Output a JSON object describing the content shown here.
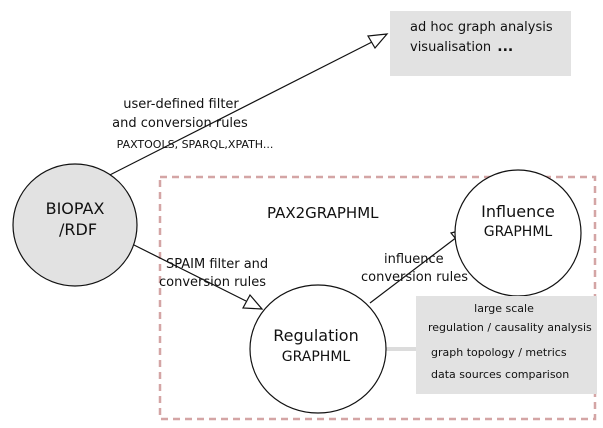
{
  "nodes": {
    "biopax": {
      "line1": "BIOPAX",
      "line2": "/RDF"
    },
    "regulation": {
      "line1": "Regulation",
      "line2": "GRAPHML"
    },
    "influence": {
      "line1": "Influence",
      "line2": "GRAPHML"
    }
  },
  "region_title": "PAX2GRAPHML",
  "edges": {
    "adhoc": {
      "line1": "user-defined filter",
      "line2": "and conversion rules",
      "line3": "PAXTOOLS, SPARQL,XPATH..."
    },
    "spaim": {
      "line1": "SPAIM filter and",
      "line2": "conversion rules"
    },
    "influence": {
      "line1": "influence",
      "line2": "conversion rules"
    }
  },
  "boxes": {
    "adhoc": {
      "line1": "ad hoc graph analysis",
      "line2": "visualisation",
      "ellipsis": "..."
    },
    "analysis": {
      "line1": "large scale",
      "line2": "regulation / causality analysis",
      "line3": "graph topology / metrics",
      "line4": "data sources comparison"
    }
  },
  "colors": {
    "region_border": "#d4a5a5",
    "node_fill_biopax": "#e2e2e2",
    "box_fill": "#e2e2e2",
    "connector": "#dcdcdc",
    "stroke": "#111111"
  }
}
